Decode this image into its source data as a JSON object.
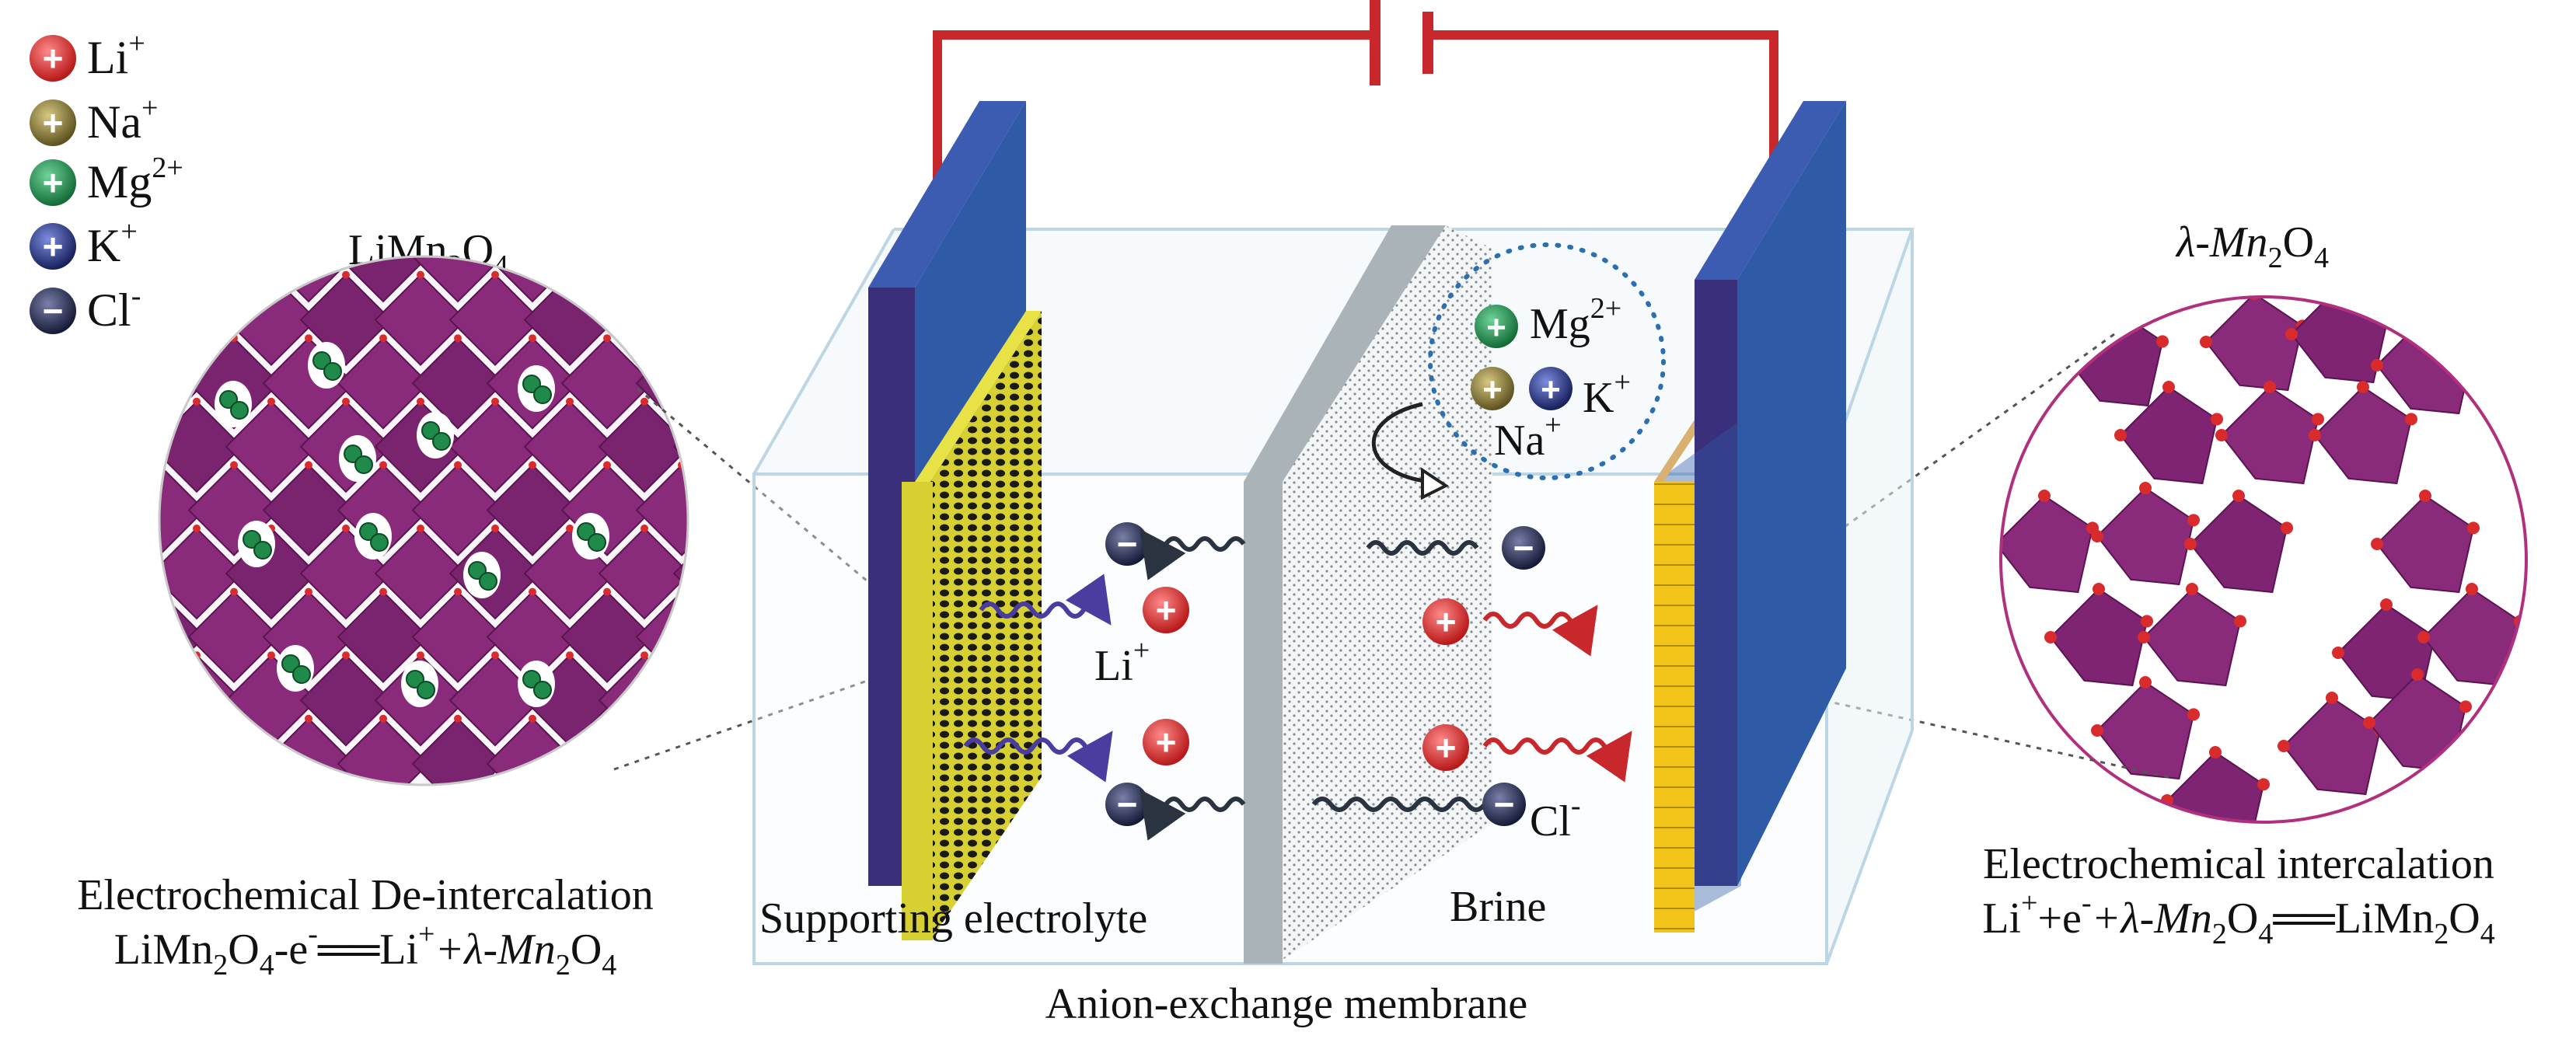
{
  "legend": {
    "items": [
      {
        "base": "Li",
        "sup": "+",
        "color": "#d92b2b",
        "sign": "+"
      },
      {
        "base": "Na",
        "sup": "+",
        "color": "#8a7a30",
        "sign": "+"
      },
      {
        "base": "Mg",
        "sup": "2+",
        "color": "#1f8a4a",
        "sign": "+"
      },
      {
        "base": "K",
        "sup": "+",
        "color": "#23307e",
        "sign": "+"
      },
      {
        "base": "Cl",
        "sup": "-",
        "color": "#222a4a",
        "sign": "−"
      }
    ]
  },
  "left_material": {
    "formula_a": "LiMn",
    "formula_sub1": "2",
    "formula_b": "O",
    "formula_sub2": "4"
  },
  "right_material": {
    "formula_a": "λ-Mn",
    "formula_sub1": "2",
    "formula_b": "O",
    "formula_sub2": "4"
  },
  "cell": {
    "ions_in_cell": {
      "li_label_base": "Li",
      "li_label_sup": "+",
      "cl_label_base": "Cl",
      "cl_label_sup": "-"
    },
    "brine_ions": {
      "mg_base": "Mg",
      "mg_sup": "2+",
      "k_base": "K",
      "k_sup": "+",
      "na_base": "Na",
      "na_sup": "+"
    },
    "supporting_label": "Supporting electrolyte",
    "brine_label": "Brine",
    "membrane_label": "Anion-exchange membrane"
  },
  "left_caption": {
    "line1": "Electrochemical De-intercalation",
    "eq_part1": "LiMn",
    "eq_sub1": "2",
    "eq_part2": "O",
    "eq_sub2": "4",
    "eq_part3": "-e",
    "eq_sup1": "-",
    "eq_part4": "══Li",
    "eq_sup2": "+",
    "eq_part5": "+λ-Mn",
    "eq_sub3": "2",
    "eq_part6": "O",
    "eq_sub4": "4"
  },
  "right_caption": {
    "line1": "Electrochemical intercalation",
    "eq_part1": "Li",
    "eq_sup1": "+",
    "eq_part2": "+e",
    "eq_sup2": "-",
    "eq_part3": "+λ-Mn",
    "eq_sub1": "2",
    "eq_part4": "O",
    "eq_sub2": "4",
    "eq_part5": "══LiMn",
    "eq_sub3": "2",
    "eq_part6": "O",
    "eq_sub4": "4"
  },
  "colors": {
    "wire": "#c8282c",
    "electrode_dark": "#3a2f7a",
    "electrode_blue": "#2e5aa6",
    "yellow_plate": "#d8d23a",
    "gold_plate": "#e8b820",
    "membrane": "#a9b3b8",
    "crystal": "#8a2a7a",
    "li": "#d92b2b",
    "cl": "#222a4a",
    "green_atom": "#1f8a4a",
    "red_atom": "#d92b2b"
  }
}
